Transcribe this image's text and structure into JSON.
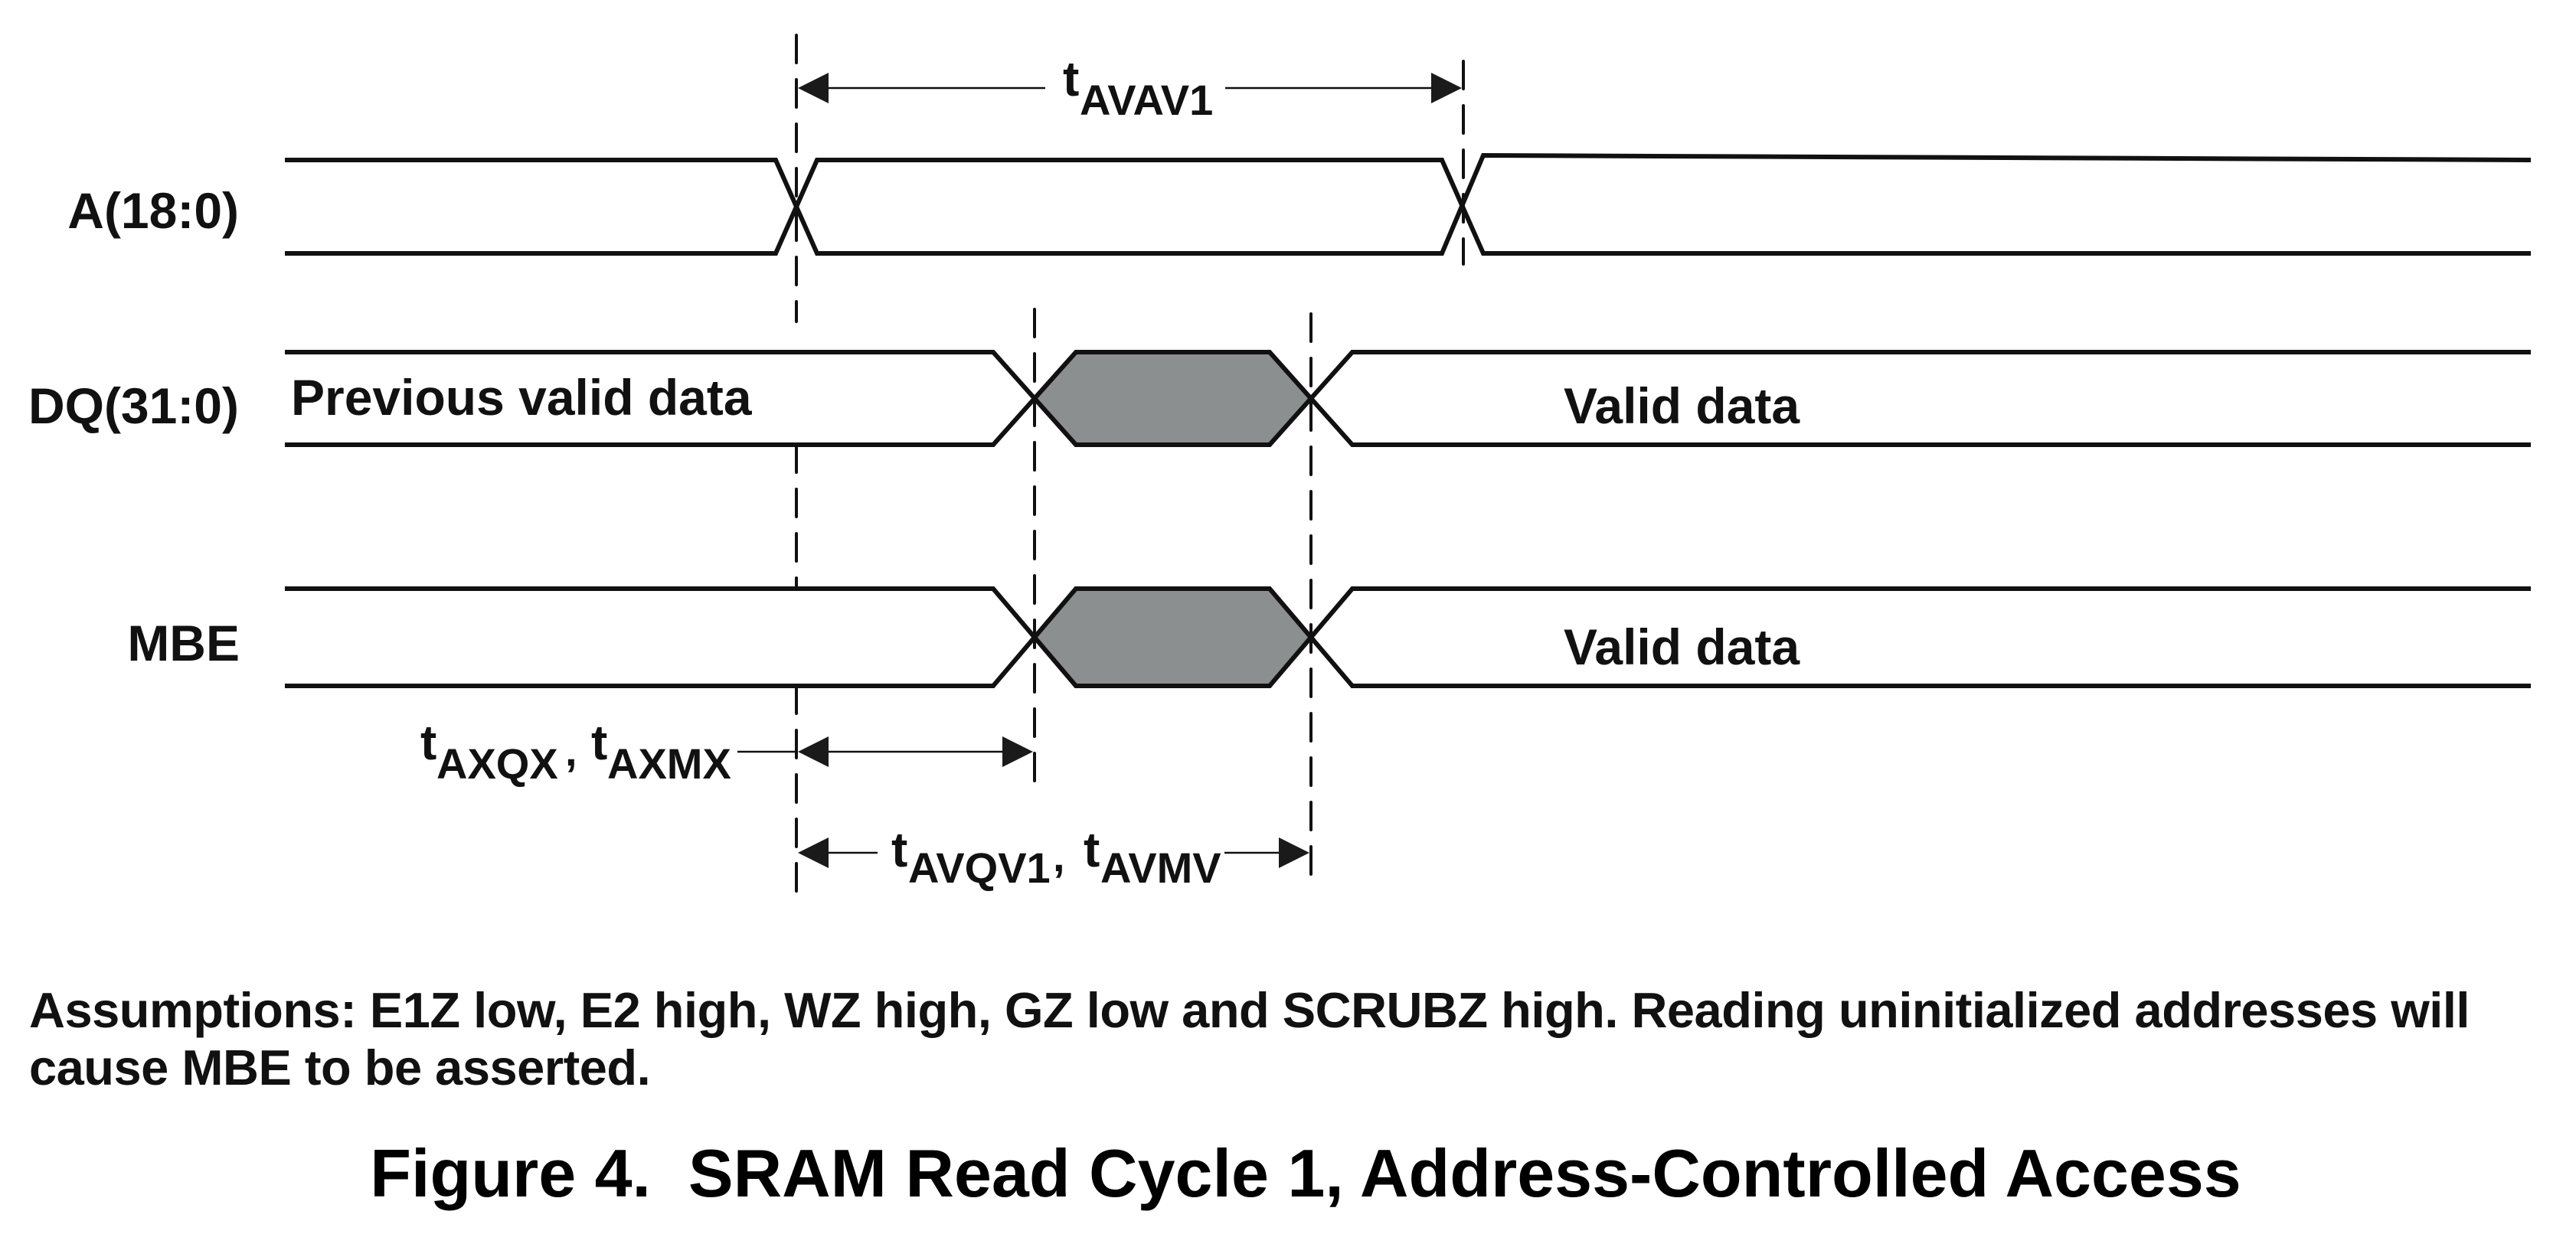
{
  "figure": {
    "caption": "Figure 4.  SRAM Read Cycle 1, Address-Controlled Access",
    "assumptions_line1": "Assumptions: E1Z low, E2 high, WZ high, GZ low and SCRUBZ high.  Reading uninitialized addresses will",
    "assumptions_line2": "cause MBE to be asserted."
  },
  "colors": {
    "line": "#111111",
    "invalid_fill": "#8c8f8f",
    "background": "#ffffff"
  },
  "signals": [
    {
      "name": "A(18:0)",
      "segments": [
        {
          "state": "valid",
          "text": ""
        },
        {
          "state": "valid",
          "text": ""
        },
        {
          "state": "valid",
          "text": ""
        }
      ]
    },
    {
      "name": "DQ(31:0)",
      "segments": [
        {
          "state": "valid",
          "text": "Previous valid data"
        },
        {
          "state": "unknown",
          "text": ""
        },
        {
          "state": "valid",
          "text": "Valid data"
        }
      ]
    },
    {
      "name": "MBE",
      "segments": [
        {
          "state": "valid",
          "text": ""
        },
        {
          "state": "unknown",
          "text": ""
        },
        {
          "state": "valid",
          "text": "Valid data"
        }
      ]
    }
  ],
  "timings": [
    {
      "id": "tAVAV1",
      "parts": [
        {
          "t": "t",
          "sub": "AVAV1"
        }
      ],
      "from": "address change 1",
      "to": "address change 2"
    },
    {
      "id": "tAXQX",
      "parts": [
        {
          "t": "t",
          "sub": "AXQX",
          "sep": ", "
        },
        {
          "t": "t",
          "sub": "AXMX"
        }
      ],
      "from": "address change 1",
      "to": "output begins change"
    },
    {
      "id": "tAVQV1",
      "parts": [
        {
          "t": "t",
          "sub": "AVQV1",
          "sep": ", "
        },
        {
          "t": "t",
          "sub": "AVMV"
        }
      ],
      "from": "address change 1",
      "to": "output valid"
    }
  ]
}
